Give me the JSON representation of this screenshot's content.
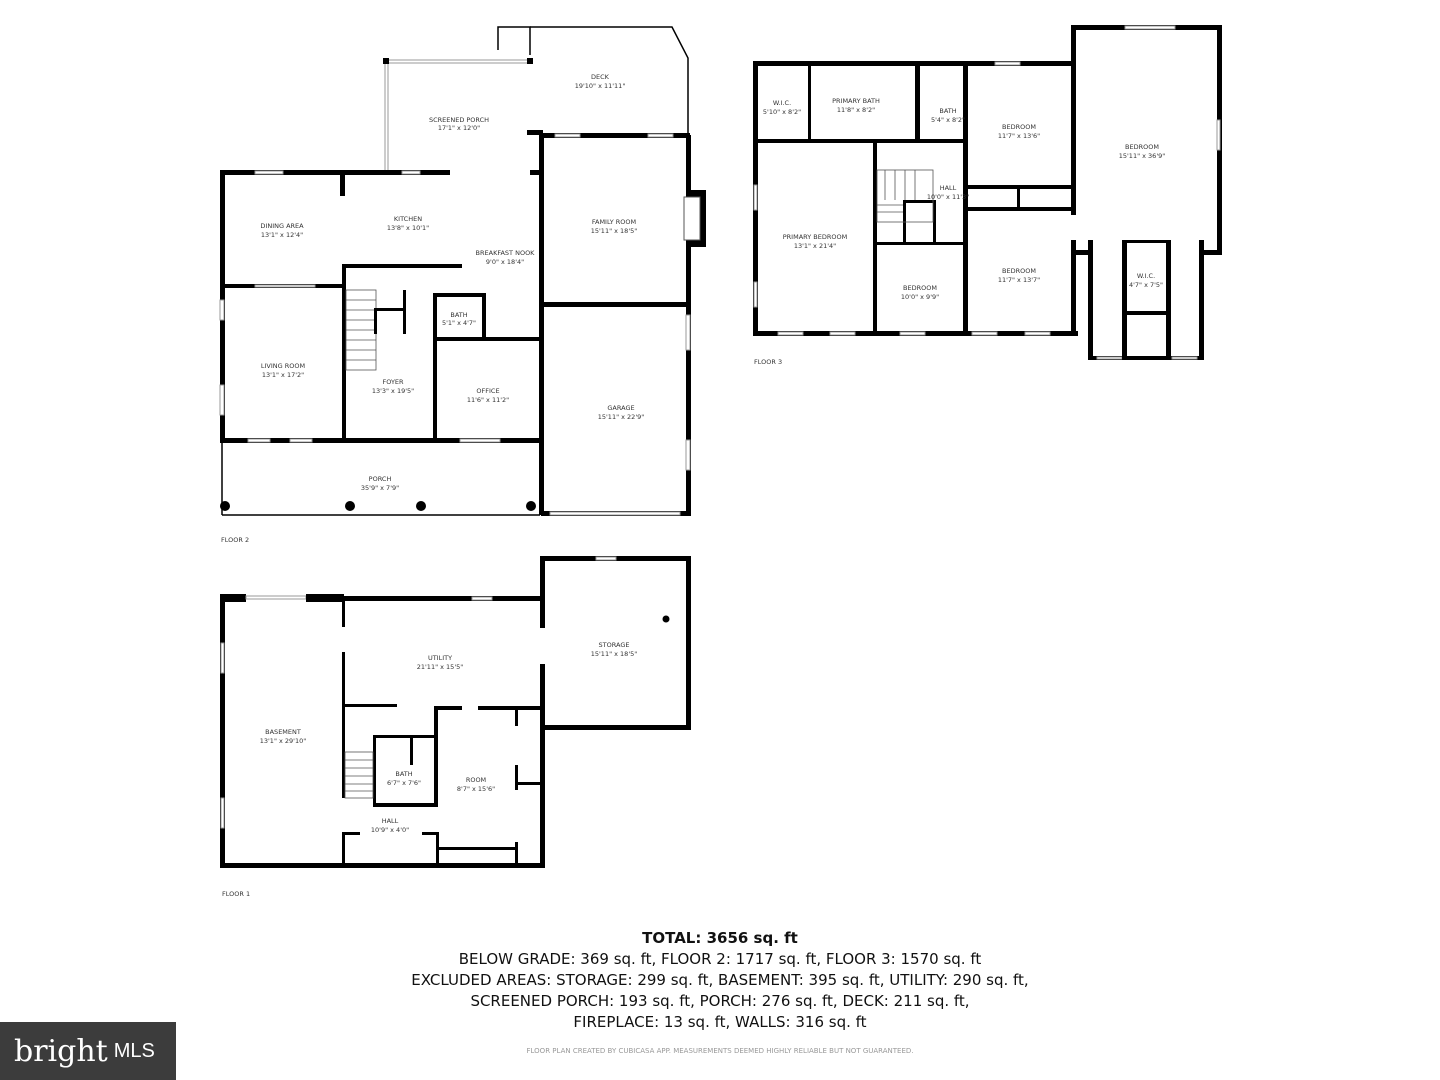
{
  "floor2": {
    "label": "FLOOR 2",
    "rooms": [
      {
        "name": "DECK",
        "dims": "19'10\" x 11'11\""
      },
      {
        "name": "SCREENED PORCH",
        "dims": "17'1\" x 12'0\""
      },
      {
        "name": "DINING AREA",
        "dims": "13'1\" x 12'4\""
      },
      {
        "name": "KITCHEN",
        "dims": "13'8\" x 10'1\""
      },
      {
        "name": "BREAKFAST NOOK",
        "dims": "9'0\" x 18'4\""
      },
      {
        "name": "FAMILY ROOM",
        "dims": "15'11\" x 18'5\""
      },
      {
        "name": "BATH",
        "dims": "5'1\" x 4'7\""
      },
      {
        "name": "LIVING ROOM",
        "dims": "13'1\" x 17'2\""
      },
      {
        "name": "FOYER",
        "dims": "13'3\" x 19'5\""
      },
      {
        "name": "OFFICE",
        "dims": "11'6\" x 11'2\""
      },
      {
        "name": "GARAGE",
        "dims": "15'11\" x 22'9\""
      },
      {
        "name": "PORCH",
        "dims": "35'9\" x 7'9\""
      }
    ]
  },
  "floor3": {
    "label": "FLOOR 3",
    "rooms": [
      {
        "name": "W.I.C.",
        "dims": "5'10\" x 8'2\""
      },
      {
        "name": "PRIMARY BATH",
        "dims": "11'8\" x 8'2\""
      },
      {
        "name": "BATH",
        "dims": "5'4\" x 8'2\""
      },
      {
        "name": "BEDROOM",
        "dims": "11'7\" x 13'6\""
      },
      {
        "name": "BEDROOM",
        "dims": "15'11\" x 36'9\""
      },
      {
        "name": "HALL",
        "dims": "10'0\" x 11'3\""
      },
      {
        "name": "PRIMARY BEDROOM",
        "dims": "13'1\" x 21'4\""
      },
      {
        "name": "BEDROOM",
        "dims": "10'0\" x 9'9\""
      },
      {
        "name": "BEDROOM",
        "dims": "11'7\" x 13'7\""
      },
      {
        "name": "W.I.C.",
        "dims": "4'7\" x 7'5\""
      }
    ]
  },
  "floor1": {
    "label": "FLOOR 1",
    "rooms": [
      {
        "name": "STORAGE",
        "dims": "15'11\" x 18'5\""
      },
      {
        "name": "UTILITY",
        "dims": "21'11\" x 15'5\""
      },
      {
        "name": "BASEMENT",
        "dims": "13'1\" x 29'10\""
      },
      {
        "name": "BATH",
        "dims": "6'7\" x 7'6\""
      },
      {
        "name": "ROOM",
        "dims": "8'7\" x 15'6\""
      },
      {
        "name": "HALL",
        "dims": "10'9\" x 4'0\""
      }
    ]
  },
  "summary": {
    "total": "TOTAL: 3656 sq. ft",
    "lines": [
      "BELOW GRADE: 369 sq. ft, FLOOR 2: 1717 sq. ft, FLOOR 3: 1570 sq. ft",
      "EXCLUDED AREAS: STORAGE: 299 sq. ft, BASEMENT: 395 sq. ft, UTILITY: 290 sq. ft,",
      "SCREENED PORCH: 193 sq. ft, PORCH: 276 sq. ft, DECK: 211 sq. ft,",
      "FIREPLACE: 13 sq. ft, WALLS: 316 sq. ft"
    ],
    "disclaimer": "FLOOR PLAN CREATED BY CUBICASA APP. MEASUREMENTS DEEMED HIGHLY RELIABLE BUT NOT GUARANTEED."
  },
  "logo": {
    "brand": "bright",
    "suffix": "MLS",
    "bg_color": "#3c3c3c"
  }
}
